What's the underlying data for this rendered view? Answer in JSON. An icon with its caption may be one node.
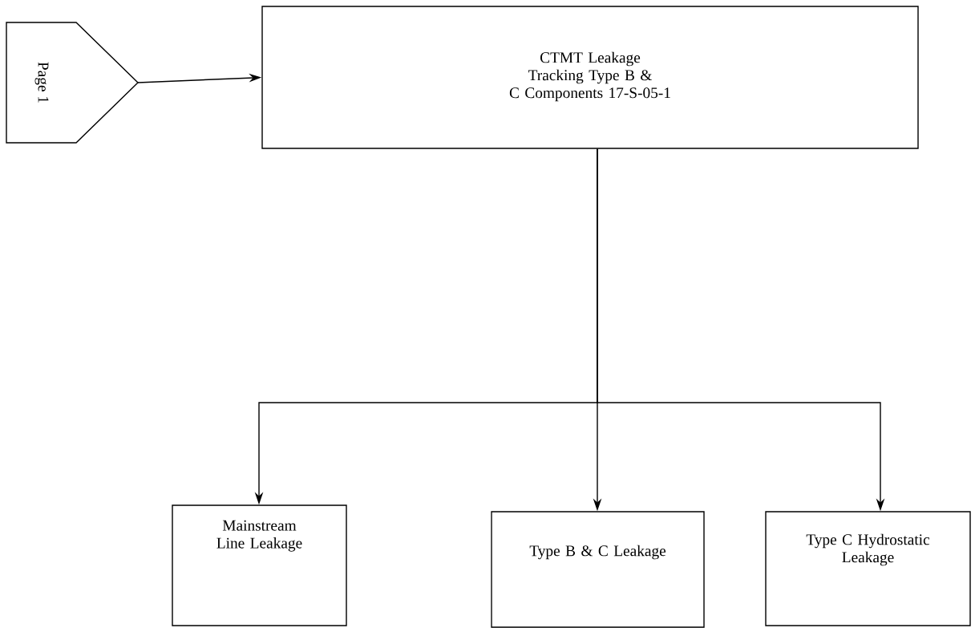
{
  "diagram": {
    "nodes": [
      {
        "text": [
          "Page 1"
        ]
      },
      {
        "text": [
          "CTMT Leakage Tracking Type B & C Components 17-S-05-1"
        ]
      },
      {
        "text": [
          "Mainstream Line Leakage"
        ]
      },
      {
        "text": [
          "Type B & C Leakage"
        ]
      },
      {
        "text": [
          "Type C Hydrostatic Leakage"
        ]
      }
    ],
    "edges": [
      {
        "from": 0,
        "to": 1,
        "arrow": "to"
      },
      {
        "from": 1,
        "to": 2,
        "arrow": "to"
      },
      {
        "from": 1,
        "to": 3,
        "arrow": "to"
      },
      {
        "from": 1,
        "to": 4,
        "arrow": "to"
      }
    ]
  }
}
